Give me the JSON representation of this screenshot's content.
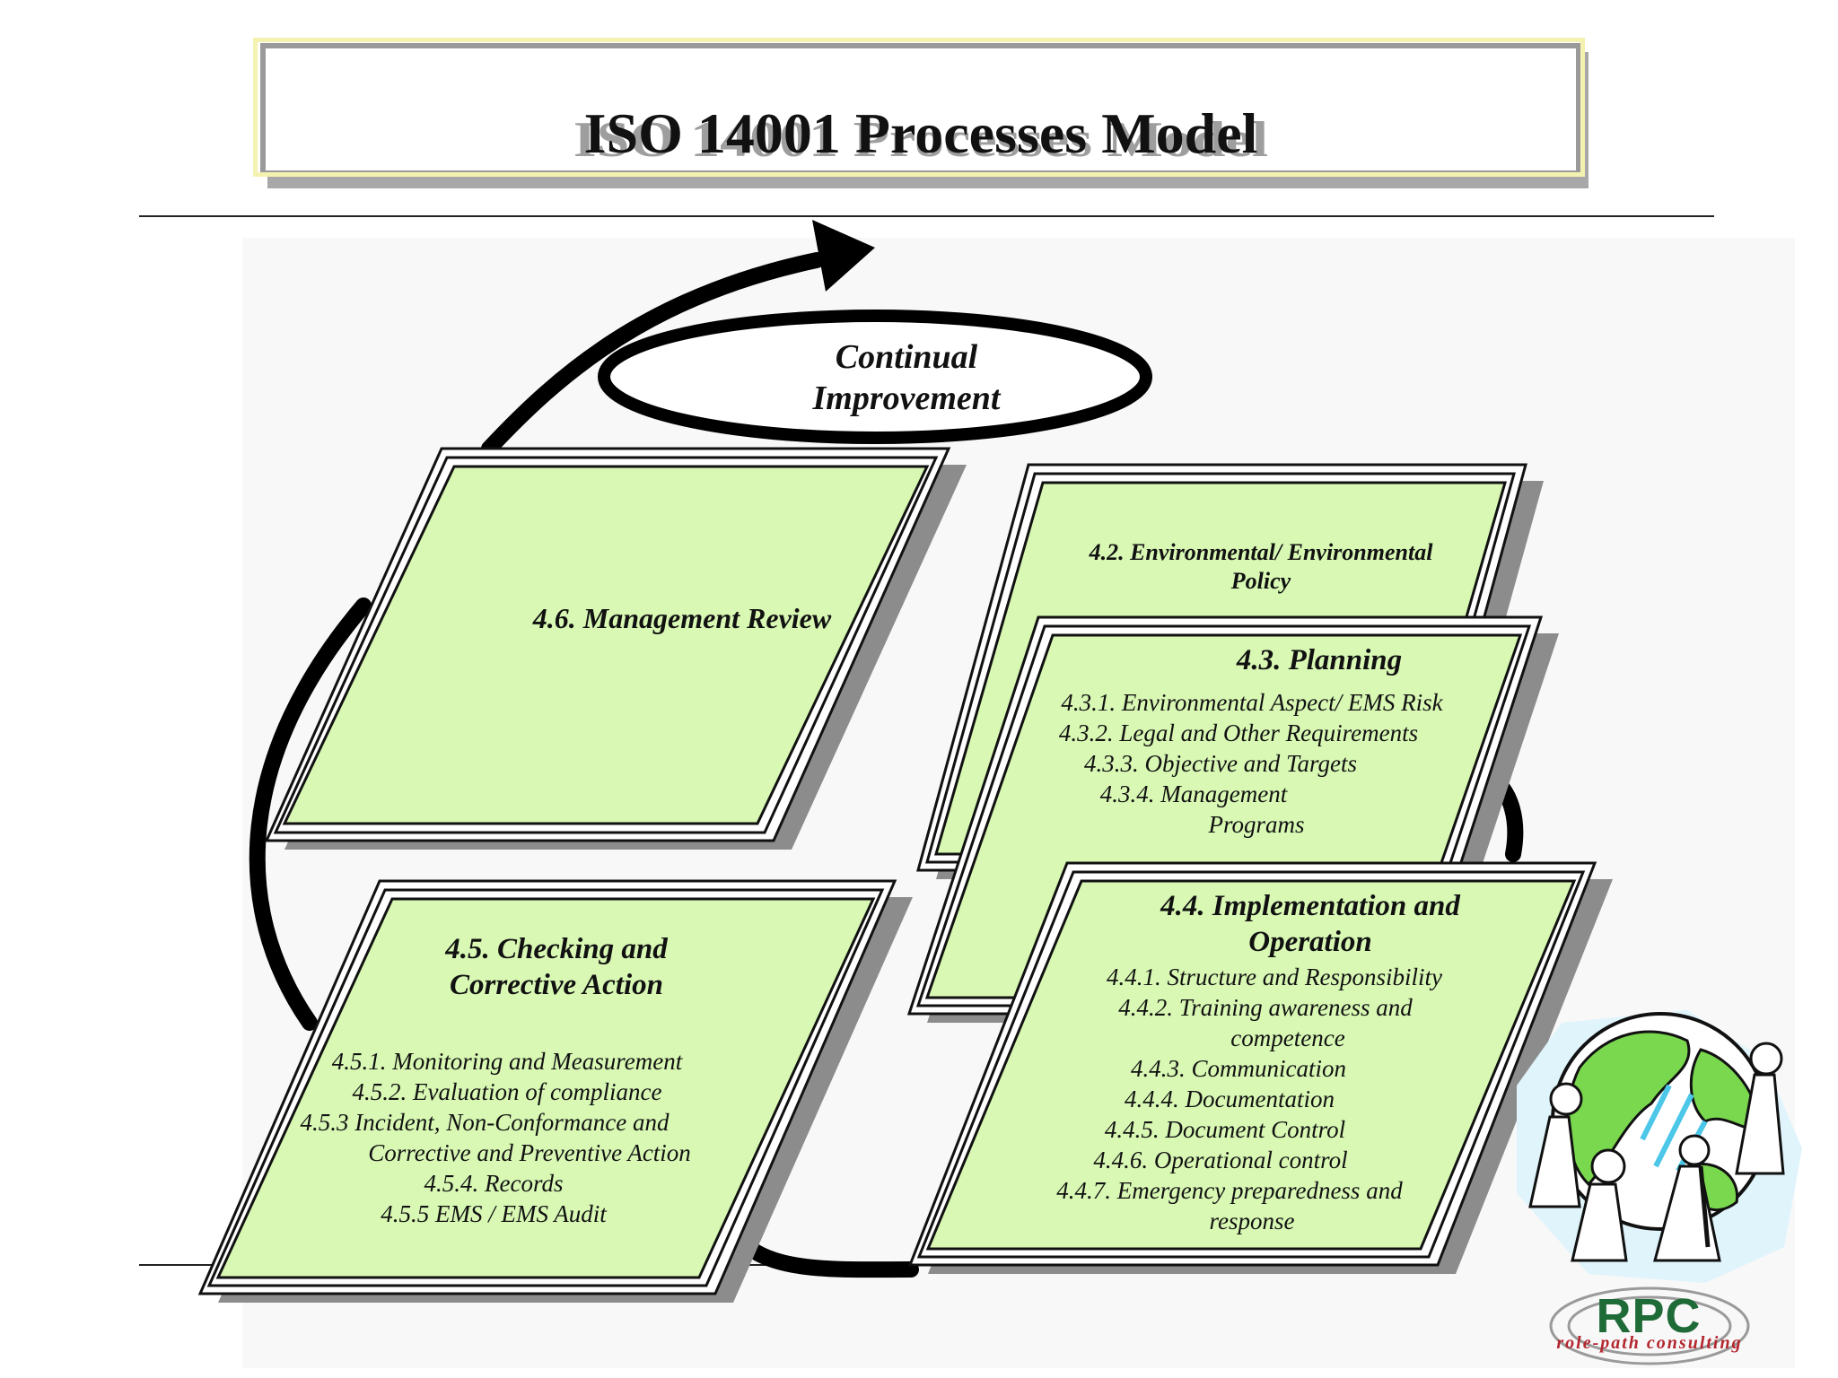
{
  "title": "ISO 14001 Processes Model",
  "continual_improvement": [
    "Continual",
    "Improvement"
  ],
  "boxes": {
    "management_review": {
      "heading": "4.6. Management Review"
    },
    "policy": {
      "heading": [
        "4.2. Environmental/ Environmental",
        "Policy"
      ]
    },
    "planning": {
      "heading": "4.3. Planning",
      "items": [
        "4.3.1. Environmental  Aspect/ EMS Risk",
        "4.3.2. Legal and Other Requirements",
        "4.3.3. Objective and Targets",
        "4.3.4.  Management",
        "Programs"
      ]
    },
    "checking": {
      "heading": [
        "4.5. Checking and",
        "Corrective Action"
      ],
      "items": [
        "4.5.1. Monitoring and Measurement",
        "4.5.2. Evaluation of compliance",
        "4.5.3 Incident, Non-Conformance and",
        "Corrective and Preventive Action",
        "4.5.4.  Records",
        "4.5.5 EMS / EMS Audit"
      ]
    },
    "implementation": {
      "heading": [
        "4.4. Implementation and",
        "Operation"
      ],
      "items": [
        "4.4.1. Structure and Responsibility",
        "4.4.2. Training awareness and",
        "competence",
        "4.4.3. Communication",
        "4.4.4. Documentation",
        "4.4.5. Document Control",
        "4.4.6. Operational control",
        "4.4.7. Emergency preparedness and",
        "response"
      ]
    }
  },
  "logo": {
    "text": "RPC",
    "subtitle": "role-path consulting"
  },
  "colors": {
    "box_fill": "#d8f8b4",
    "box_border": "#111111",
    "shadow": "#8c8c8c",
    "arrow": "#000000"
  }
}
